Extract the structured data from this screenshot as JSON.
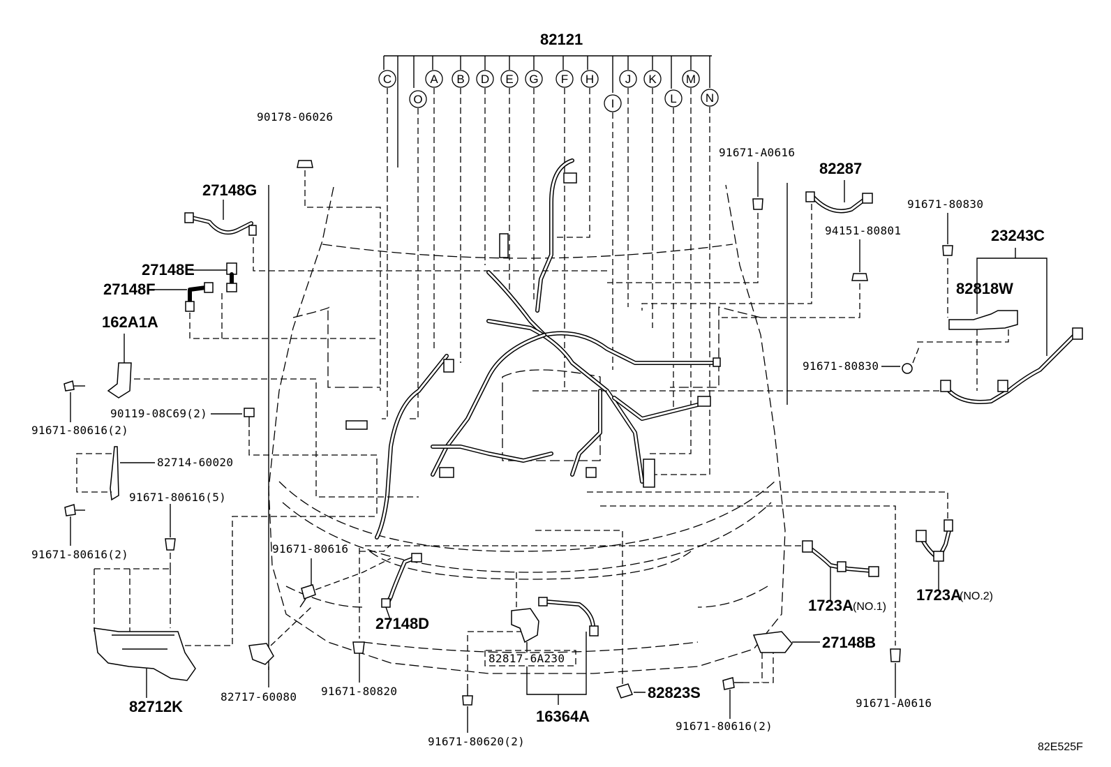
{
  "diagram": {
    "main_part": "82121",
    "figure_code": "82E525F",
    "connector_letters_top": [
      "C",
      "A",
      "B",
      "D",
      "E",
      "G",
      "F",
      "H",
      "J",
      "K",
      "M"
    ],
    "connector_letters_low": [
      "O",
      "I",
      "L",
      "N"
    ],
    "parts": {
      "p90178": "90178-06026",
      "p27148G": "27148G",
      "p27148E": "27148E",
      "p27148F": "27148F",
      "p162A1A": "162A1A",
      "p91671_80616_2a": "91671-80616(2)",
      "p90119": "90119-08C69(2)",
      "p82714": "82714-60020",
      "p91671_80616_5": "91671-80616(5)",
      "p91671_80616_2b": "91671-80616(2)",
      "p82712K": "82712K",
      "p91671_80616": "91671-80616",
      "p82717": "82717-60080",
      "p91671_80820": "91671-80820",
      "p27148D": "27148D",
      "p91671_80620": "91671-80620(2)",
      "p82817": "82817-6A230",
      "p16364A": "16364A",
      "p82823S": "82823S",
      "p91671_80616_2c": "91671-80616(2)",
      "p91671_A0616a": "91671-A0616",
      "p82287": "82287",
      "p94151": "94151-80801",
      "p91671_80830a": "91671-80830",
      "p23243C": "23243C",
      "p82818W": "82818W",
      "p91671_80830b": "91671-80830",
      "p1723A_1": "1723A",
      "p1723A_1_note": "(NO.1)",
      "p1723A_2": "1723A",
      "p1723A_2_note": "(NO.2)",
      "p27148B": "27148B",
      "p91671_A0616b": "91671-A0616"
    }
  }
}
